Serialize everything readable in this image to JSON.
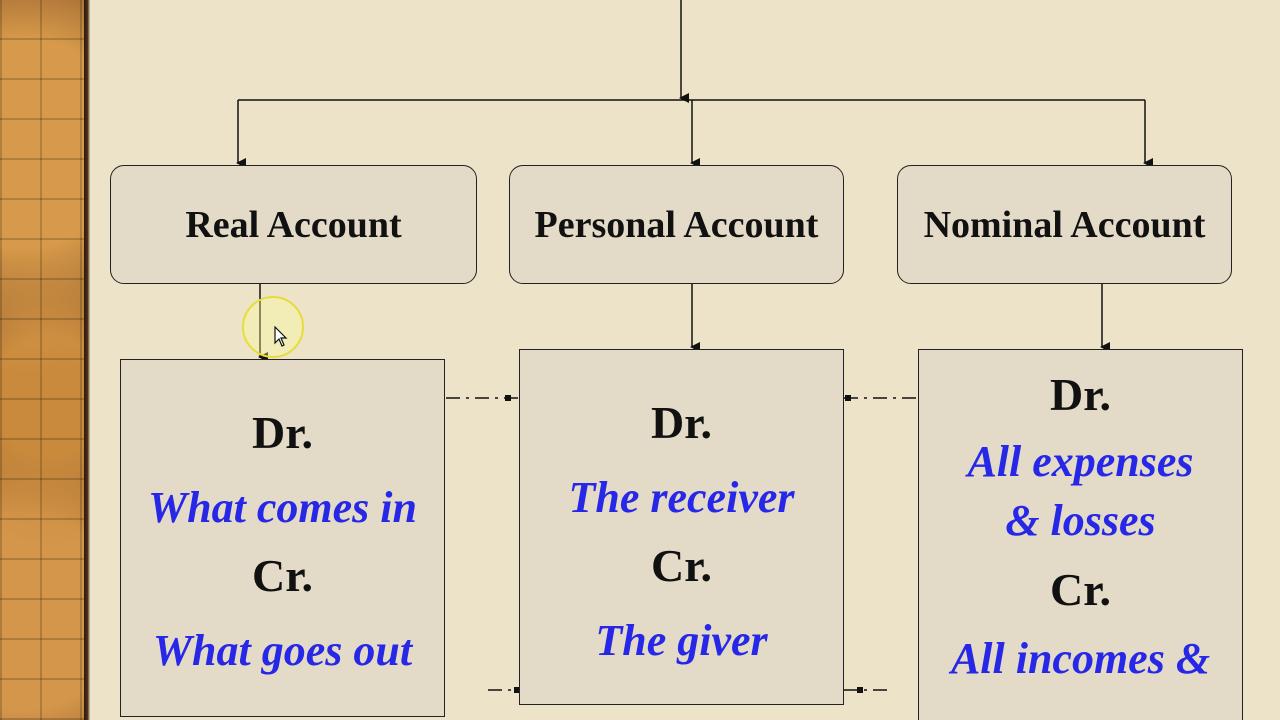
{
  "accounts": [
    {
      "title": "Real Account",
      "debit_label": "Dr.",
      "debit_rule": "What comes in",
      "credit_label": "Cr.",
      "credit_rule": "What goes out"
    },
    {
      "title": "Personal Account",
      "debit_label": "Dr.",
      "debit_rule": "The receiver",
      "credit_label": "Cr.",
      "credit_rule": "The giver"
    },
    {
      "title": "Nominal Account",
      "debit_label": "Dr.",
      "debit_rule_line1": "All expenses",
      "debit_rule_line2": "& losses",
      "credit_label": "Cr.",
      "credit_rule": "All incomes &"
    }
  ],
  "colors": {
    "rule_text": "#2727e8",
    "box_fill": "#e3dbc7",
    "background": "#ece3c8"
  }
}
